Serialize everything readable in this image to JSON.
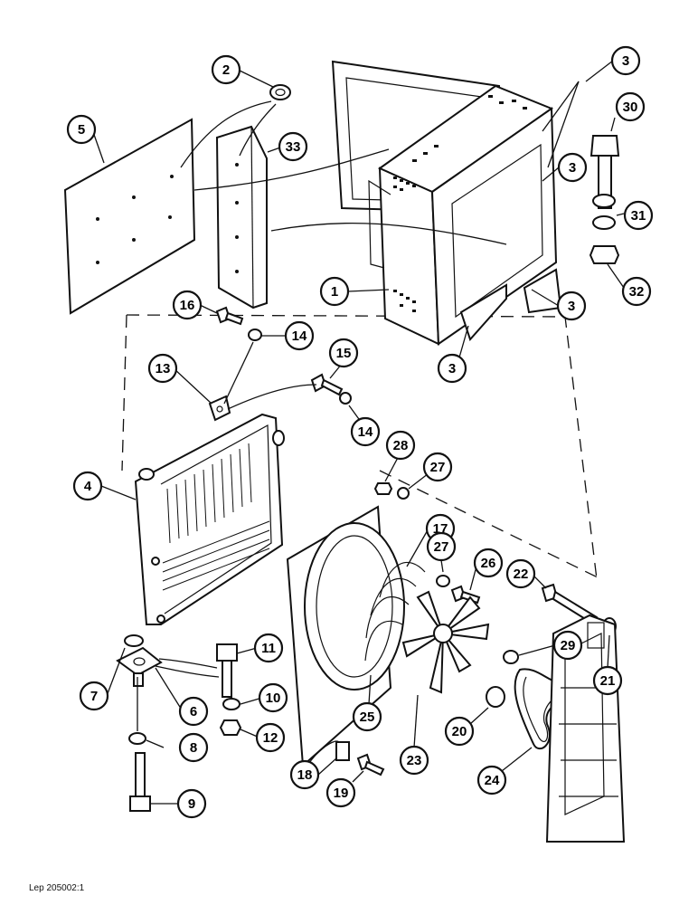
{
  "reference_code": "Lep 205002:1",
  "callouts": [
    {
      "id": "c1",
      "label": "1"
    },
    {
      "id": "c2",
      "label": "2"
    },
    {
      "id": "c3a",
      "label": "3"
    },
    {
      "id": "c3b",
      "label": "3"
    },
    {
      "id": "c3c",
      "label": "3"
    },
    {
      "id": "c3d",
      "label": "3"
    },
    {
      "id": "c4",
      "label": "4"
    },
    {
      "id": "c5",
      "label": "5"
    },
    {
      "id": "c6",
      "label": "6"
    },
    {
      "id": "c7",
      "label": "7"
    },
    {
      "id": "c8",
      "label": "8"
    },
    {
      "id": "c9",
      "label": "9"
    },
    {
      "id": "c10",
      "label": "10"
    },
    {
      "id": "c11",
      "label": "11"
    },
    {
      "id": "c12",
      "label": "12"
    },
    {
      "id": "c13",
      "label": "13"
    },
    {
      "id": "c14a",
      "label": "14"
    },
    {
      "id": "c14b",
      "label": "14"
    },
    {
      "id": "c15",
      "label": "15"
    },
    {
      "id": "c16",
      "label": "16"
    },
    {
      "id": "c17",
      "label": "17"
    },
    {
      "id": "c18",
      "label": "18"
    },
    {
      "id": "c19",
      "label": "19"
    },
    {
      "id": "c20",
      "label": "20"
    },
    {
      "id": "c21",
      "label": "21"
    },
    {
      "id": "c22",
      "label": "22"
    },
    {
      "id": "c23",
      "label": "23"
    },
    {
      "id": "c24",
      "label": "24"
    },
    {
      "id": "c25",
      "label": "25"
    },
    {
      "id": "c26",
      "label": "26"
    },
    {
      "id": "c27a",
      "label": "27"
    },
    {
      "id": "c27b",
      "label": "27"
    },
    {
      "id": "c28",
      "label": "28"
    },
    {
      "id": "c29",
      "label": "29"
    },
    {
      "id": "c30",
      "label": "30"
    },
    {
      "id": "c31",
      "label": "31"
    },
    {
      "id": "c32",
      "label": "32"
    },
    {
      "id": "c33",
      "label": "33"
    }
  ]
}
